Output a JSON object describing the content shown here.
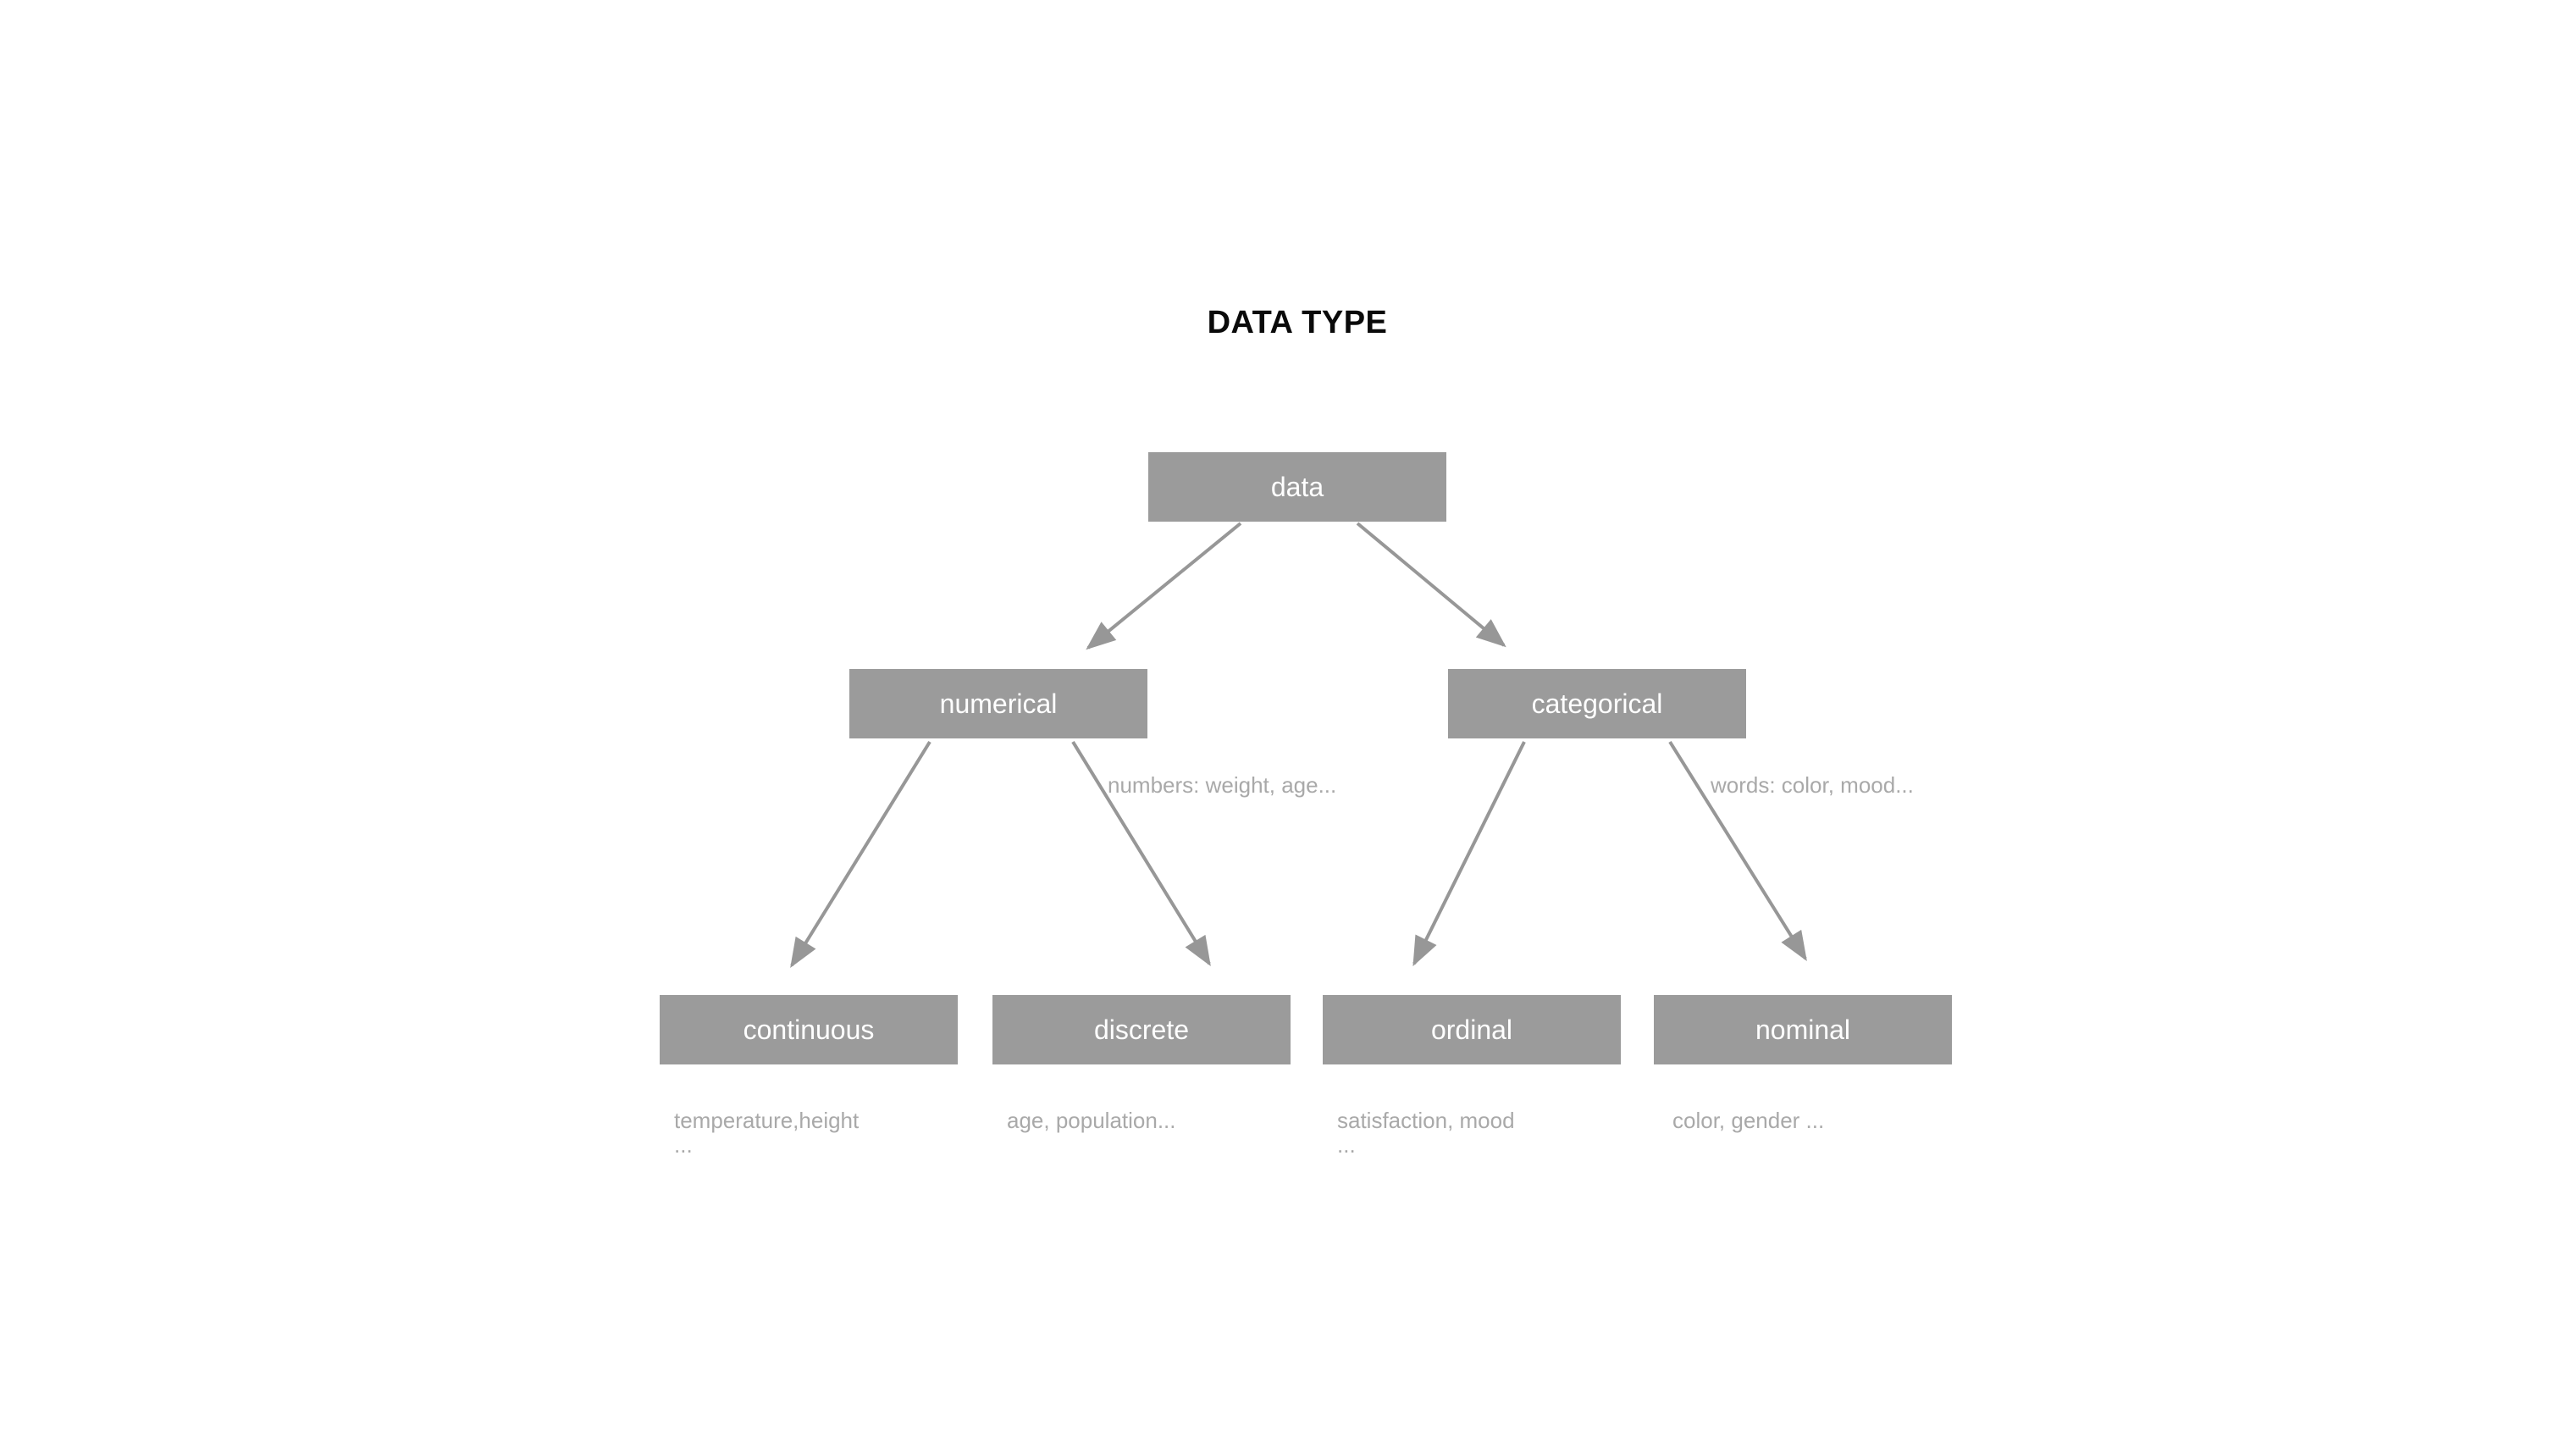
{
  "title": "DATA TYPE",
  "nodes": {
    "data": {
      "label": "data"
    },
    "numerical": {
      "label": "numerical"
    },
    "categorical": {
      "label": "categorical"
    },
    "continuous": {
      "label": "continuous"
    },
    "discrete": {
      "label": "discrete"
    },
    "ordinal": {
      "label": "ordinal"
    },
    "nominal": {
      "label": "nominal"
    }
  },
  "annotations": {
    "numerical": "numbers: weight, age...",
    "categorical": "words: color, mood...",
    "continuous": [
      "temperature,height",
      "..."
    ],
    "discrete": [
      "age, population..."
    ],
    "ordinal": [
      "satisfaction, mood",
      "..."
    ],
    "nominal": [
      "color, gender ..."
    ]
  },
  "edges": [
    {
      "from": "data",
      "to": "numerical"
    },
    {
      "from": "data",
      "to": "categorical"
    },
    {
      "from": "numerical",
      "to": "continuous"
    },
    {
      "from": "numerical",
      "to": "discrete"
    },
    {
      "from": "categorical",
      "to": "ordinal"
    },
    {
      "from": "categorical",
      "to": "nominal"
    }
  ],
  "colors": {
    "background": "#ffffff",
    "node_bg": "#9b9b9b",
    "node_text": "#ffffff",
    "arrow": "#979797",
    "annotation_text": "#a9a9a9",
    "title_text": "#0a0a0a"
  }
}
